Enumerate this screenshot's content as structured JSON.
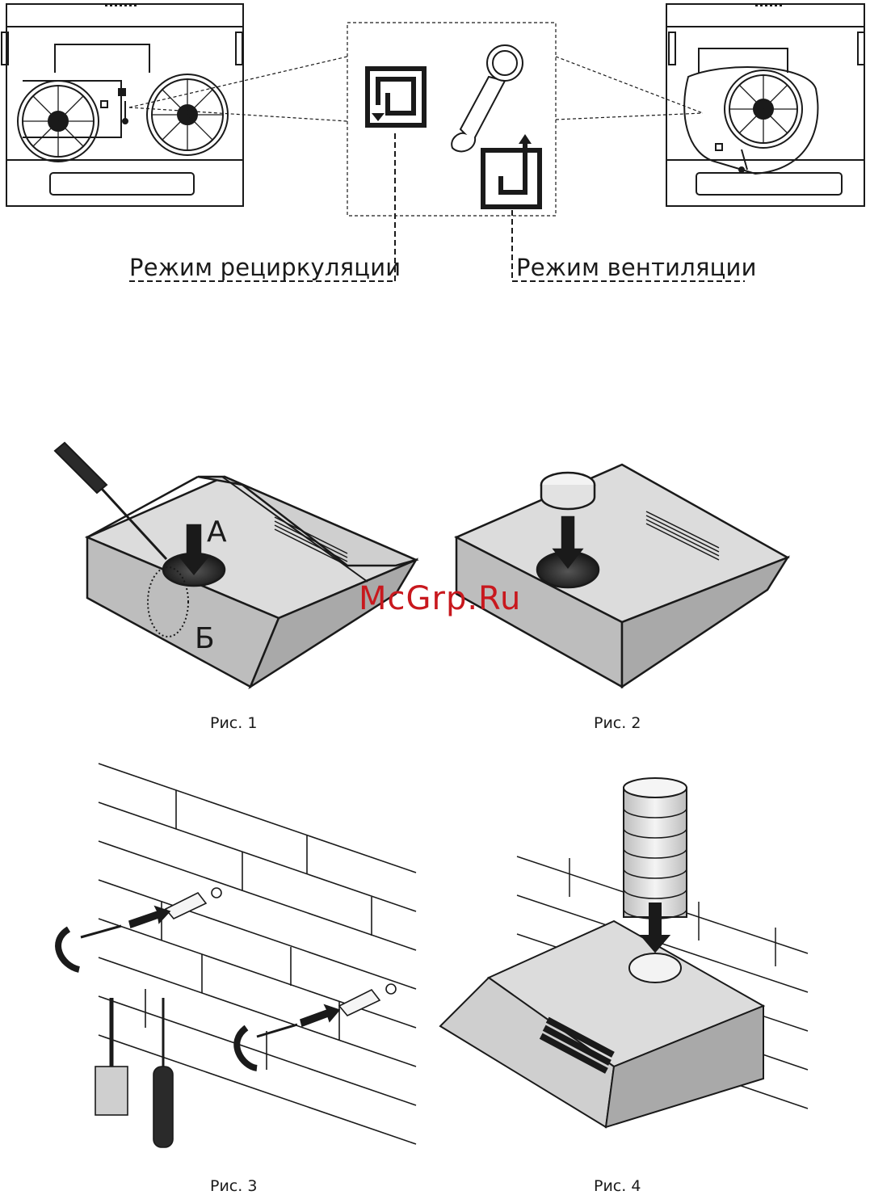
{
  "labels": {
    "recirculation_mode": "Режим рециркуляции",
    "ventilation_mode": "Режим вентиляции",
    "callout_a": "А",
    "callout_b": "Б"
  },
  "captions": {
    "fig1": "Рис. 1",
    "fig2": "Рис. 2",
    "fig3": "Рис. 3",
    "fig4": "Рис. 4"
  },
  "watermark": "McGrp.Ru",
  "colors": {
    "line": "#1a1a1a",
    "metal": "#d4d4d4",
    "hole": "#1e1e1e",
    "watermark": "#c8181e"
  }
}
